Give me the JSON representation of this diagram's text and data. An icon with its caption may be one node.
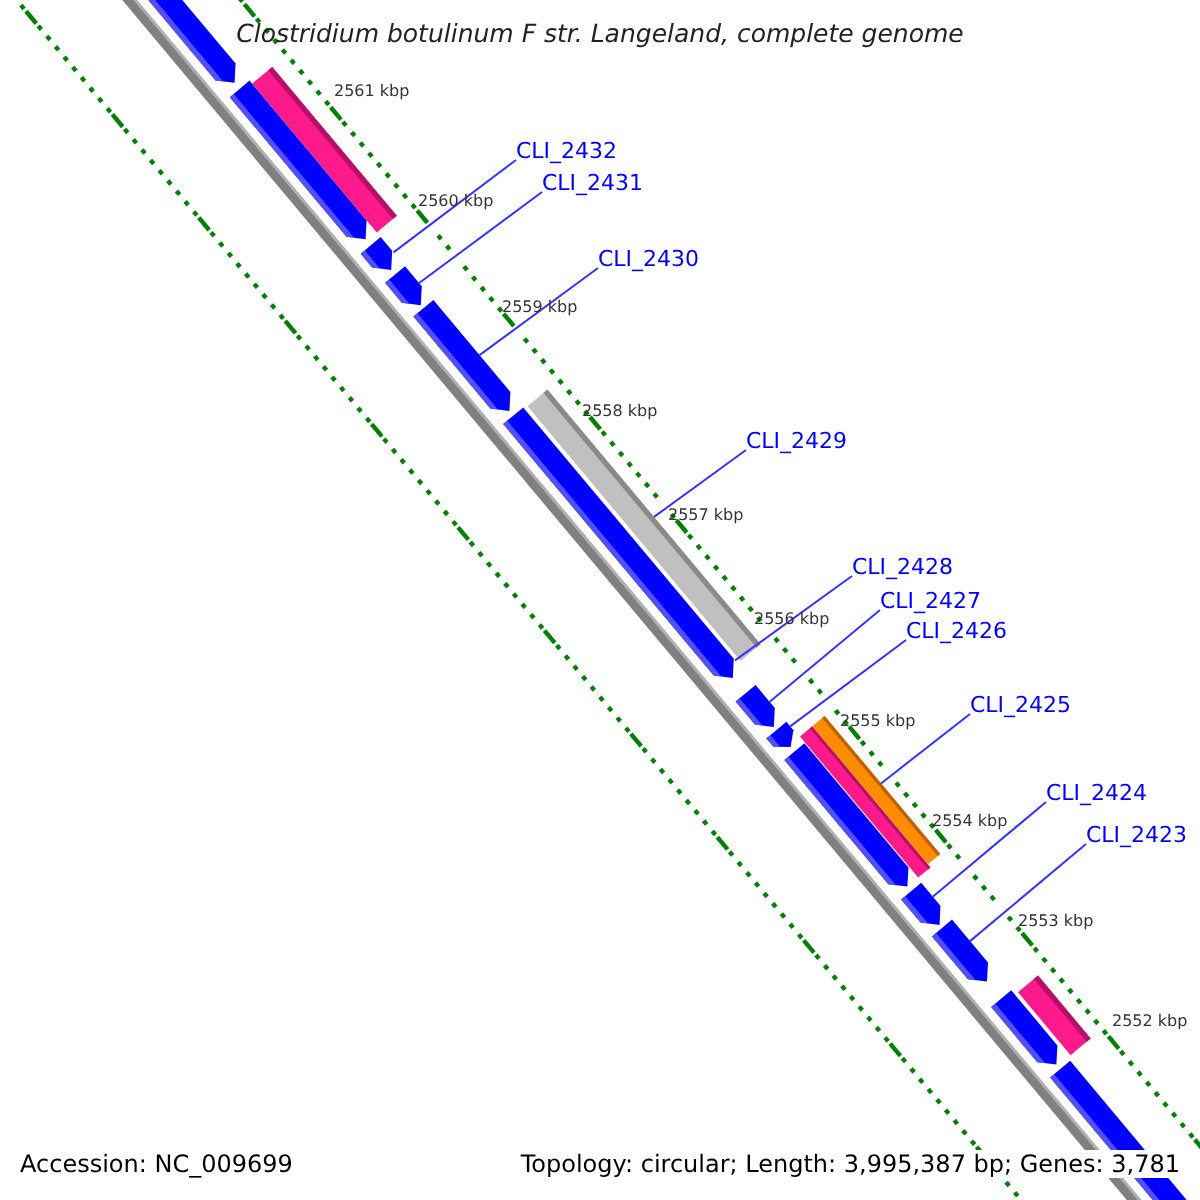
{
  "diagram": {
    "title": "Clostridium botulinum F str. Langeland, complete genome",
    "nodes": [
      {
        "text": [
          "CLI_2432"
        ]
      },
      {
        "text": [
          "CLI_2431"
        ]
      },
      {
        "text": [
          "CLI_2430"
        ]
      },
      {
        "text": [
          "CLI_2429"
        ]
      },
      {
        "text": [
          "CLI_2428"
        ]
      },
      {
        "text": [
          "CLI_2427"
        ]
      },
      {
        "text": [
          "CLI_2426"
        ]
      },
      {
        "text": [
          "CLI_2425"
        ]
      },
      {
        "text": [
          "CLI_2424"
        ]
      },
      {
        "text": [
          "CLI_2423"
        ]
      },
      {
        "text": [],
        "shape": "pentagon"
      },
      {
        "text": [],
        "shape": "pentagon"
      },
      {
        "text": [],
        "shape": "bar"
      },
      {
        "text": [],
        "shape": "pentagon"
      },
      {
        "text": [],
        "shape": "pentagon"
      },
      {
        "text": [],
        "shape": "pentagon"
      },
      {
        "text": [],
        "shape": "pentagon"
      },
      {
        "text": [],
        "shape": "bar"
      },
      {
        "text": [],
        "shape": "pentagon"
      },
      {
        "text": [],
        "shape": "pentagon"
      },
      {
        "text": [],
        "shape": "bar"
      },
      {
        "text": [],
        "shape": "bar"
      },
      {
        "text": [],
        "shape": "pentagon"
      },
      {
        "text": [],
        "shape": "pentagon"
      },
      {
        "text": [],
        "shape": "pentagon"
      },
      {
        "text": [],
        "shape": "pentagon"
      },
      {
        "text": [],
        "shape": "bar"
      },
      {
        "text": [],
        "shape": "pentagon"
      }
    ],
    "edges": [
      {
        "from": 0,
        "to": 13,
        "arrow": "none"
      },
      {
        "from": 1,
        "to": 14,
        "arrow": "none"
      },
      {
        "from": 2,
        "to": 15,
        "arrow": "none"
      },
      {
        "from": 3,
        "to": 17,
        "arrow": "none"
      },
      {
        "from": 4,
        "to": 16,
        "arrow": "none"
      },
      {
        "from": 5,
        "to": 18,
        "arrow": "none"
      },
      {
        "from": 6,
        "to": 19,
        "arrow": "none"
      },
      {
        "from": 7,
        "to": 21,
        "arrow": "none"
      },
      {
        "from": 8,
        "to": 23,
        "arrow": "none"
      },
      {
        "from": 9,
        "to": 24,
        "arrow": "none"
      }
    ],
    "labels": [
      "2561 kbp",
      "2560 kbp",
      "2559 kbp",
      "2558 kbp",
      "2557 kbp",
      "2556 kbp",
      "2555 kbp",
      "2554 kbp",
      "2553 kbp",
      "2552 kbp",
      "Accession: NC_009699",
      "Topology: circular; Length: 3,995,387 bp; Genes: 3,781"
    ]
  }
}
